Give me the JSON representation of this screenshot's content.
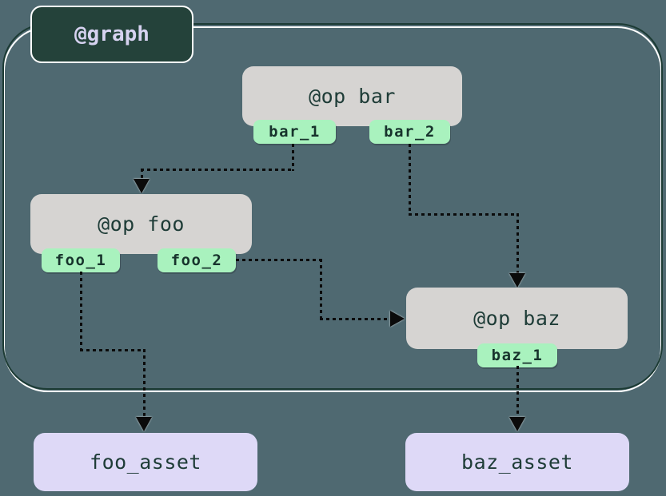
{
  "diagram": {
    "graph_label": "@graph",
    "ops": [
      {
        "id": "bar",
        "label": "@op bar",
        "outputs": [
          "bar_1",
          "bar_2"
        ]
      },
      {
        "id": "foo",
        "label": "@op foo",
        "outputs": [
          "foo_1",
          "foo_2"
        ]
      },
      {
        "id": "baz",
        "label": "@op baz",
        "outputs": [
          "baz_1"
        ]
      }
    ],
    "assets": [
      {
        "label": "foo_asset"
      },
      {
        "label": "baz_asset"
      }
    ],
    "edges": [
      {
        "from": "bar.bar_1",
        "to": "foo"
      },
      {
        "from": "bar.bar_2",
        "to": "baz"
      },
      {
        "from": "foo.foo_2",
        "to": "baz"
      },
      {
        "from": "foo.foo_1",
        "to": "foo_asset"
      },
      {
        "from": "baz.baz_1",
        "to": "baz_asset"
      }
    ],
    "colors": {
      "bg": "#4F6971",
      "boundary_line": "#1C3B34",
      "boundary_highlight": "#FFFFFF",
      "graph_fill": "#24423A",
      "graph_text": "#D6D2F0",
      "op_fill": "#D6D4D2",
      "op_text": "#1E3C37",
      "tag_fill": "#A9F2BE",
      "tag_text": "#17332C",
      "asset_fill": "#DED9F7",
      "asset_text": "#1E3C37",
      "edge": "#0B0B0B"
    }
  }
}
